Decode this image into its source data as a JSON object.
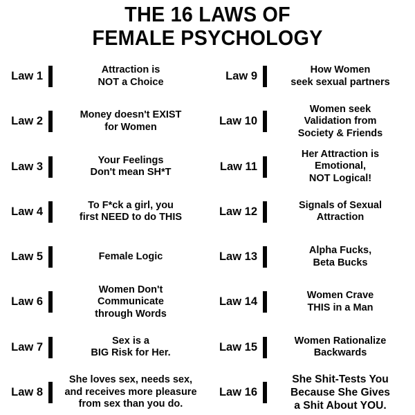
{
  "title": {
    "line1": "THE 16 LAWS OF",
    "line2": "FEMALE PSYCHOLOGY"
  },
  "style": {
    "background_color": "#ffffff",
    "text_color": "#050505",
    "divider_color": "#050505"
  },
  "columns": {
    "left": [
      {
        "label": "Law 1",
        "text": "Attraction is\nNOT a Choice",
        "emphasis": false
      },
      {
        "label": "Law 2",
        "text": "Money doesn't EXIST\nfor Women",
        "emphasis": false
      },
      {
        "label": "Law 3",
        "text": "Your Feelings\nDon't mean SH*T",
        "emphasis": false
      },
      {
        "label": "Law 4",
        "text": "To F*ck a girl, you\nfirst NEED to do THIS",
        "emphasis": false
      },
      {
        "label": "Law 5",
        "text": "Female Logic",
        "emphasis": false
      },
      {
        "label": "Law 6",
        "text": "Women Don't\nCommunicate\nthrough Words",
        "emphasis": false
      },
      {
        "label": "Law 7",
        "text": "Sex is a\nBIG Risk for Her.",
        "emphasis": false
      },
      {
        "label": "Law 8",
        "text": "She loves sex, needs sex,\nand receives more pleasure\nfrom sex than you do.",
        "emphasis": false
      }
    ],
    "right": [
      {
        "label": "Law 9",
        "text": "How Women\nseek sexual partners",
        "emphasis": false
      },
      {
        "label": "Law 10",
        "text": "Women seek\nValidation from\nSociety & Friends",
        "emphasis": false
      },
      {
        "label": "Law 11",
        "text": "Her Attraction is\nEmotional,\nNOT Logical!",
        "emphasis": false
      },
      {
        "label": "Law 12",
        "text": "Signals of Sexual\nAttraction",
        "emphasis": false
      },
      {
        "label": "Law 13",
        "text": "Alpha Fucks,\nBeta Bucks",
        "emphasis": false
      },
      {
        "label": "Law 14",
        "text": "Women Crave\nTHIS in a Man",
        "emphasis": false
      },
      {
        "label": "Law 15",
        "text": "Women Rationalize\nBackwards",
        "emphasis": false
      },
      {
        "label": "Law 16",
        "text": "She Shit-Tests You\nBecause She Gives\na Shit About YOU.",
        "emphasis": true
      }
    ]
  }
}
